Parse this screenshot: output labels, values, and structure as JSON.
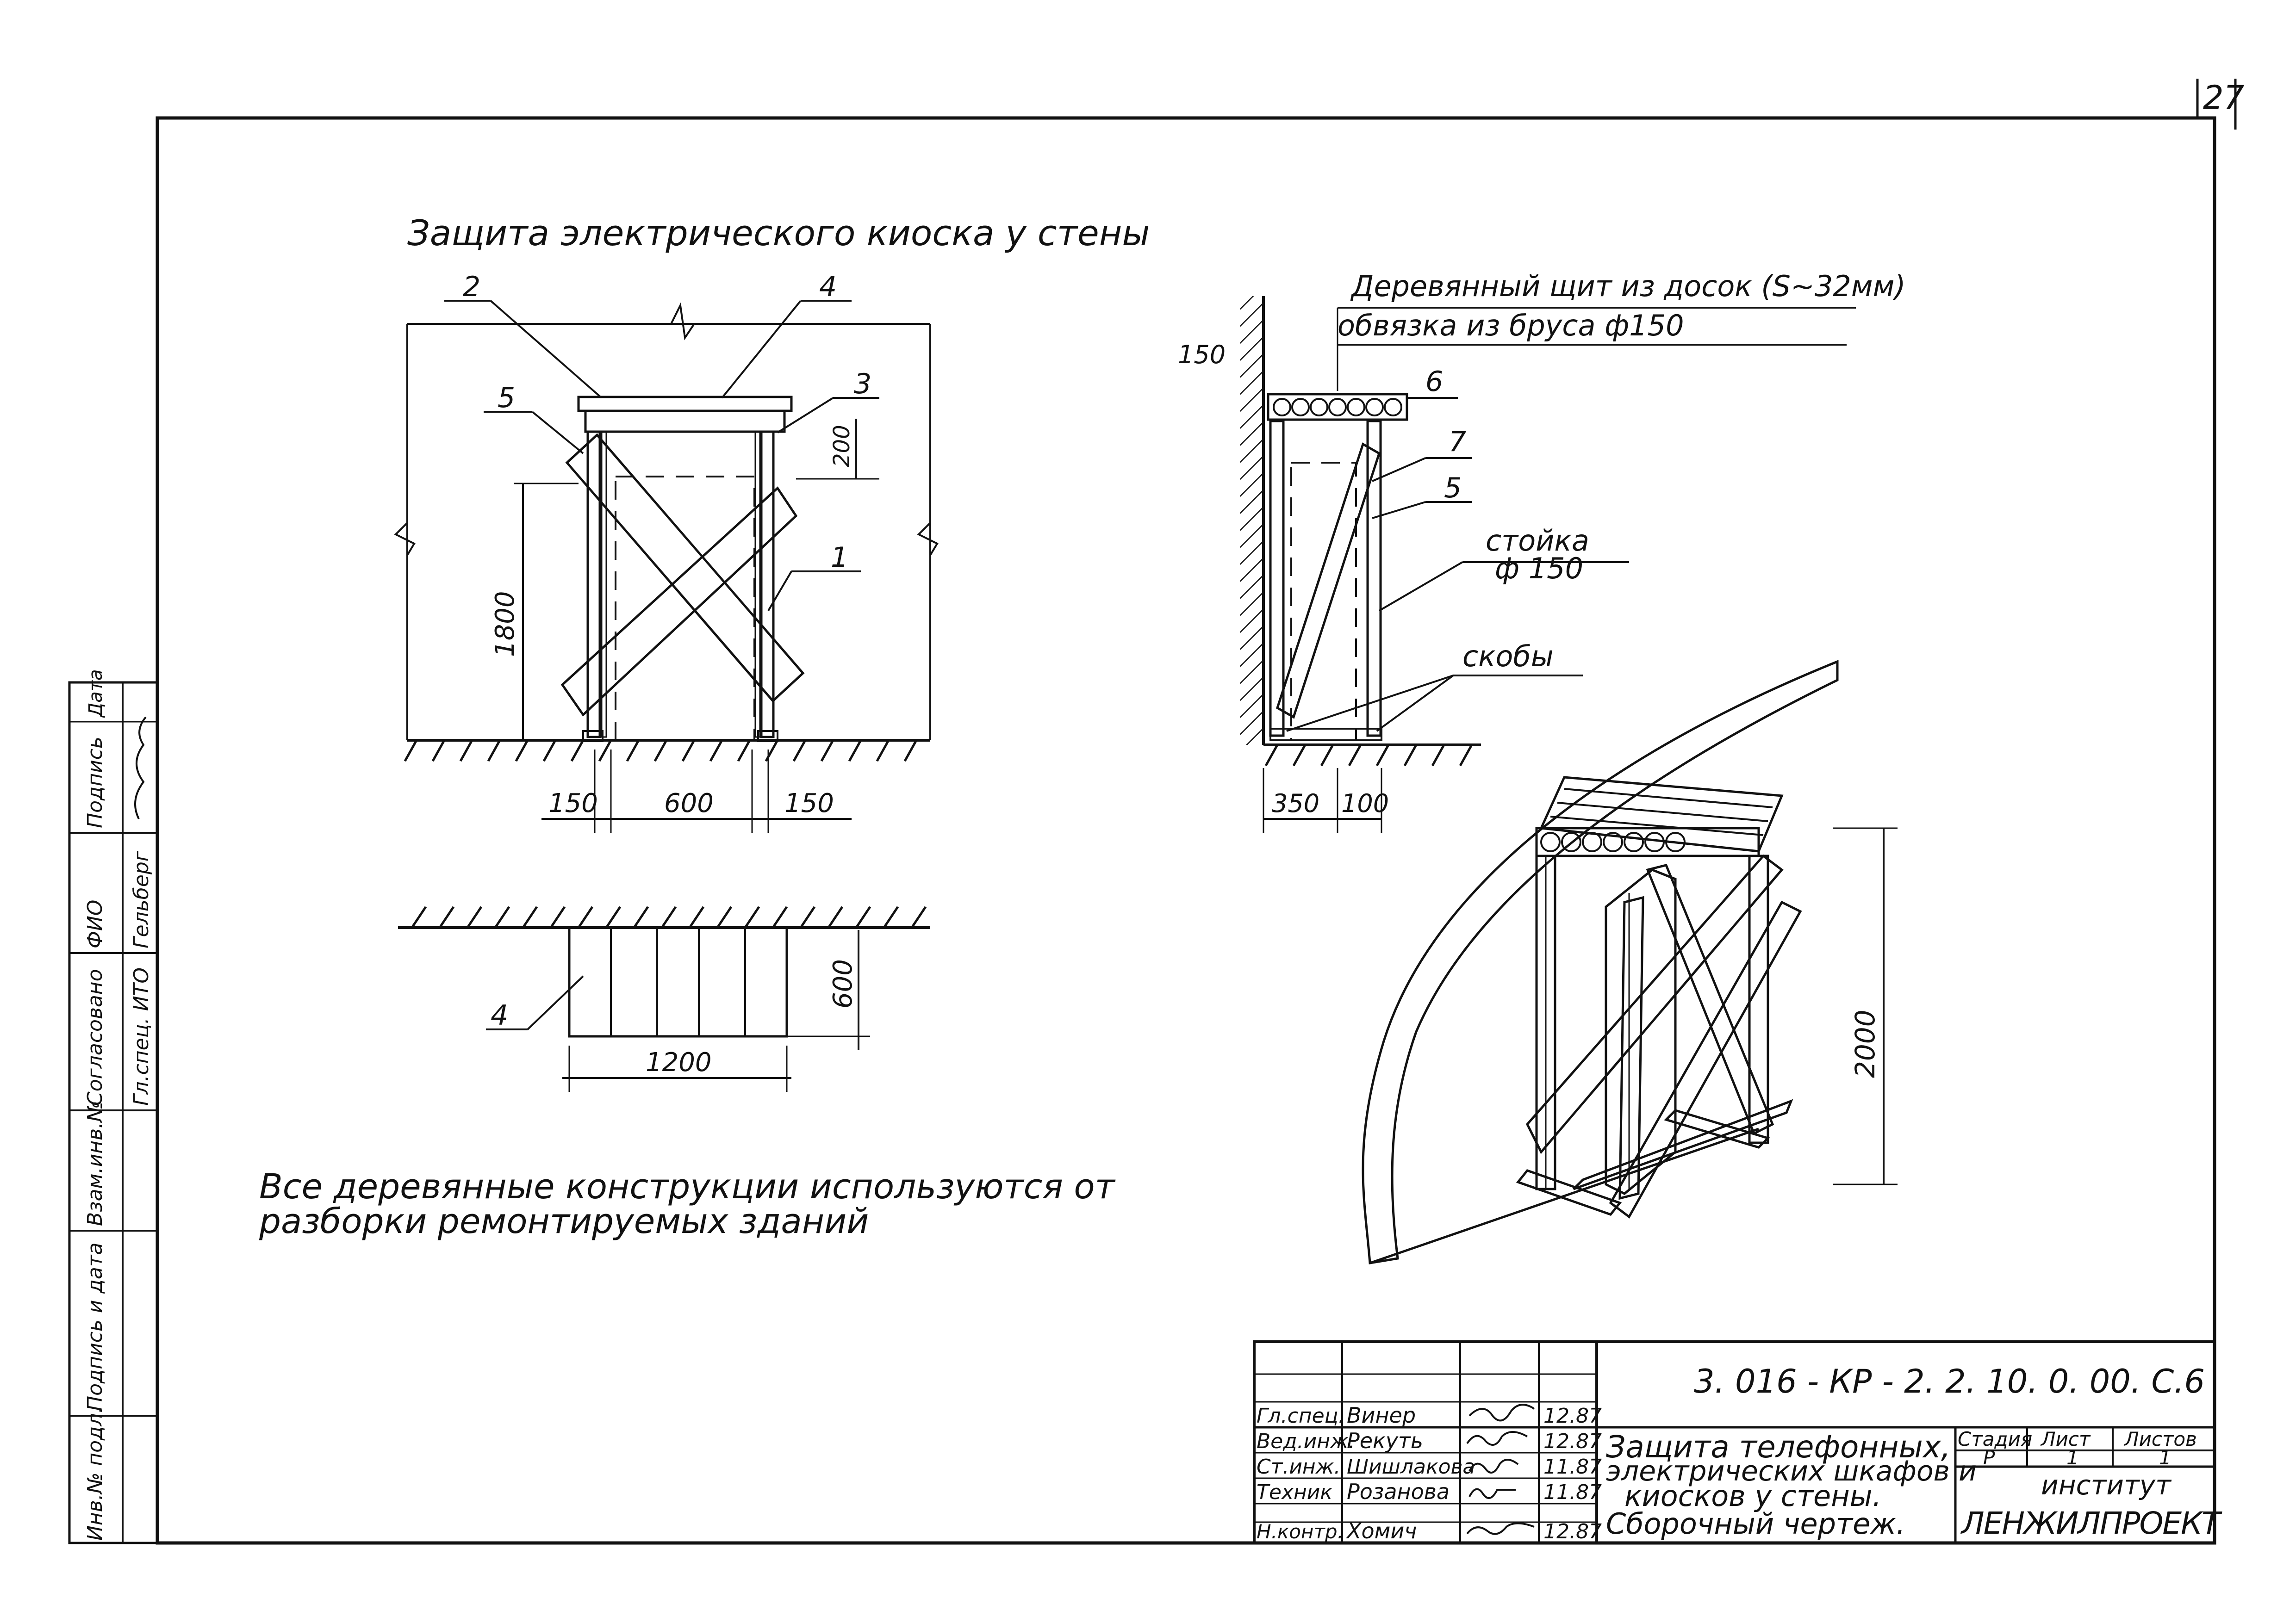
{
  "page_number": "27",
  "left_title": "Защита электрического киоска у стены",
  "elevation": {
    "callouts": [
      "2",
      "4",
      "5",
      "3",
      "1"
    ],
    "dims": {
      "height": "1800",
      "top_gap": "200",
      "base_left": "150",
      "base_mid": "600",
      "base_right": "150"
    }
  },
  "plan": {
    "callout": "4",
    "dims": {
      "width": "1200",
      "depth": "600"
    }
  },
  "section": {
    "label_top_1": "Деревянный щит из досок (S~32мм)",
    "label_top_2": "обвязка из бруса ф150",
    "callouts": [
      "6",
      "7",
      "5"
    ],
    "stand_1": "стойка",
    "stand_2": "ф 150",
    "brackets": "скобы",
    "dims": {
      "wall_height": "150",
      "base_1": "350",
      "base_2": "100"
    }
  },
  "iso": {
    "dims": {
      "height": "2000"
    }
  },
  "note_1": "Все деревянные конструкции используются от",
  "note_2": "разборки ремонтируемых зданий",
  "side_stamp": {
    "cells": [
      "Согласовано",
      "Гл.спец. ИТО",
      "ФИО",
      "Гельберг",
      "Подпись",
      "",
      "Дата",
      "",
      "Взам.инв.№",
      "Подпись и дата",
      "Инв.№ подл."
    ]
  },
  "title_block": {
    "doc_code": "3. 016 - КР - 2. 2. 10. 0. 00.   С.6",
    "rows": [
      {
        "role": "Гл.спец.",
        "name": "Винер",
        "date": "12.87"
      },
      {
        "role": "Вед.инж.",
        "name": "Рекуть",
        "date": "12.87"
      },
      {
        "role": "Ст.инж.",
        "name": "Шишлакова",
        "date": "11.87"
      },
      {
        "role": "Техник",
        "name": "Розанова",
        "date": "11.87"
      },
      {
        "role": "Н.контр.",
        "name": "Хомич",
        "date": "12.87"
      }
    ],
    "title_1": "Защита телефонных,",
    "title_2": "электрических шкафов и",
    "title_3": "киосков у стены.",
    "title_4": "Сборочный чертеж.",
    "stage_label": "Стадия",
    "sheet_label": "Лист",
    "sheets_label": "Листов",
    "stage": "Р",
    "sheet": "1",
    "sheets": "1",
    "institute_label": "институт",
    "institute": "ЛЕНЖИЛПРОЕКТ"
  }
}
